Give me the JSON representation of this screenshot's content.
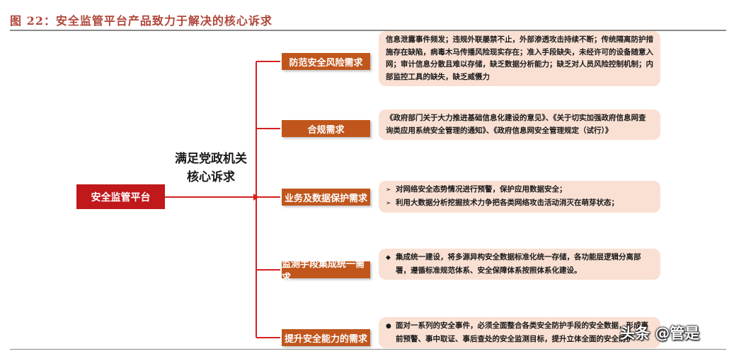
{
  "figure_title": "图 22：安全监管平台产品致力于解决的核心诉求",
  "root": {
    "label": "安全监管平台"
  },
  "branch_label": [
    "满足党政机关",
    "核心诉求"
  ],
  "colors": {
    "root": "#c0181b",
    "need": "#c0561c",
    "desc_bg": "#f9e0d3",
    "title": "#b0463a",
    "line": "#d42020"
  },
  "needs": [
    {
      "label": "防范安全风险需求",
      "marker": "",
      "lines": [
        "信息泄露事件频发；违规外联屡禁不止，外部渗透攻击持续不断；传统隔离防护措",
        "施存在缺陷，病毒木马传播风险现实存在；准入手段缺失，未经许可的设备随意入",
        "网；审计信息分散且难以存储，缺乏数据分析能力；缺乏对人员风险控制机制；内",
        "部监控工具的缺失，缺乏威慑力"
      ]
    },
    {
      "label": "合规需求",
      "marker": "",
      "lines": [
        "《政府部门关于大力推进基础信息化建设的意见》、《关于切实加强政府信息网查",
        "询类应用系统安全管理的通知》、《政府信息网安全管理规定（试行）》"
      ]
    },
    {
      "label": "业务及数据保护需求",
      "marker": "➢",
      "lines": [
        "对网络安全态势情况进行预警，保护应用数据安全；",
        "利用大数据分析挖掘技术力争把各类网络攻击活动消灭在萌芽状态；"
      ]
    },
    {
      "label": "监测手段集成统一需求",
      "marker": "◆",
      "lines": [
        "集成统一建设，将多源异构安全数据标准化统一存储，各功能层逻辑分离部",
        "署，遵循标准规范体系、安全保障体系按照体系化建设。"
      ]
    },
    {
      "label": "提升安全能力的需求",
      "marker": "●",
      "lines": [
        "面对一系列的安全事件，必须全面整合各类安全防护手段的安全数据，形成事",
        "前预警、事中取证、事后查处的安全监测目标，提升立体全面的安全防护"
      ]
    }
  ],
  "watermark": "头条 @管是"
}
